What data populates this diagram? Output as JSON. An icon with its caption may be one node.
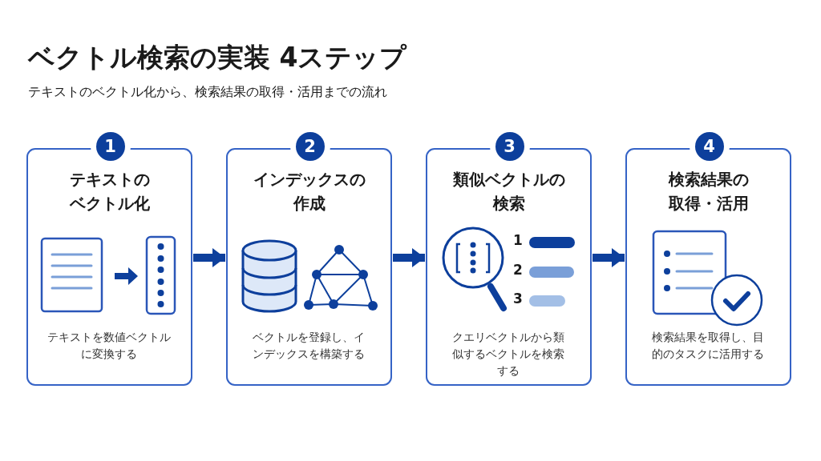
{
  "diagram": {
    "title": "ベクトル検索の実装 4ステップ",
    "nodes": [
      {
        "text": [
          "1",
          "テキストのベクトル化",
          "テキストを数値ベクトルに変換する"
        ]
      },
      {
        "text": [
          "2",
          "インデックスの作成",
          "ベクトルを登録し、インデックスを構築する"
        ]
      },
      {
        "text": [
          "3",
          "類似ベクトルの検索",
          "クエリベクトルから類似するベクトルを検索する"
        ]
      },
      {
        "text": [
          "4",
          "検索結果の取得・活用",
          "検索結果を取得し、目的のタスクに活用する"
        ]
      }
    ],
    "edges": [
      {
        "from": 0,
        "to": 1,
        "arrow": "to"
      },
      {
        "from": 1,
        "to": 2,
        "arrow": "to"
      },
      {
        "from": 2,
        "to": 3,
        "arrow": "to"
      }
    ],
    "labels": [
      "テキストのベクトル化から、検索結果の取得・活用までの流れ",
      "1",
      "2",
      "3"
    ]
  }
}
